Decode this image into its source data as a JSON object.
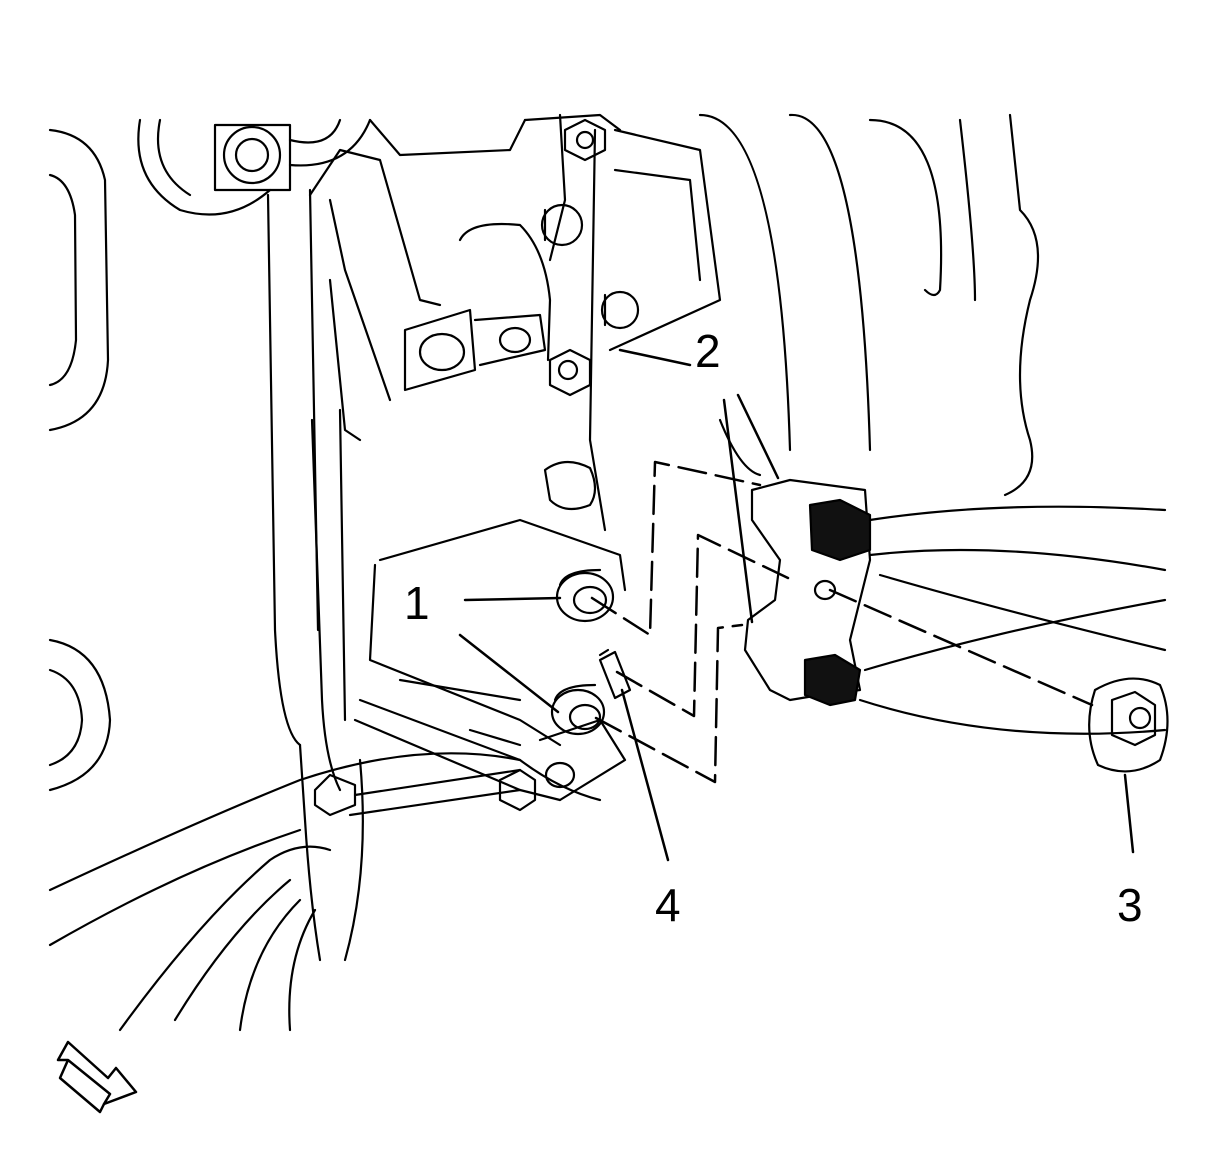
{
  "diagram": {
    "callouts": [
      "1",
      "2",
      "3",
      "4"
    ],
    "colors": {
      "line": "#000000",
      "background": "#ffffff"
    },
    "icons": {
      "front_indicator": "front-direction-arrow-icon"
    }
  }
}
